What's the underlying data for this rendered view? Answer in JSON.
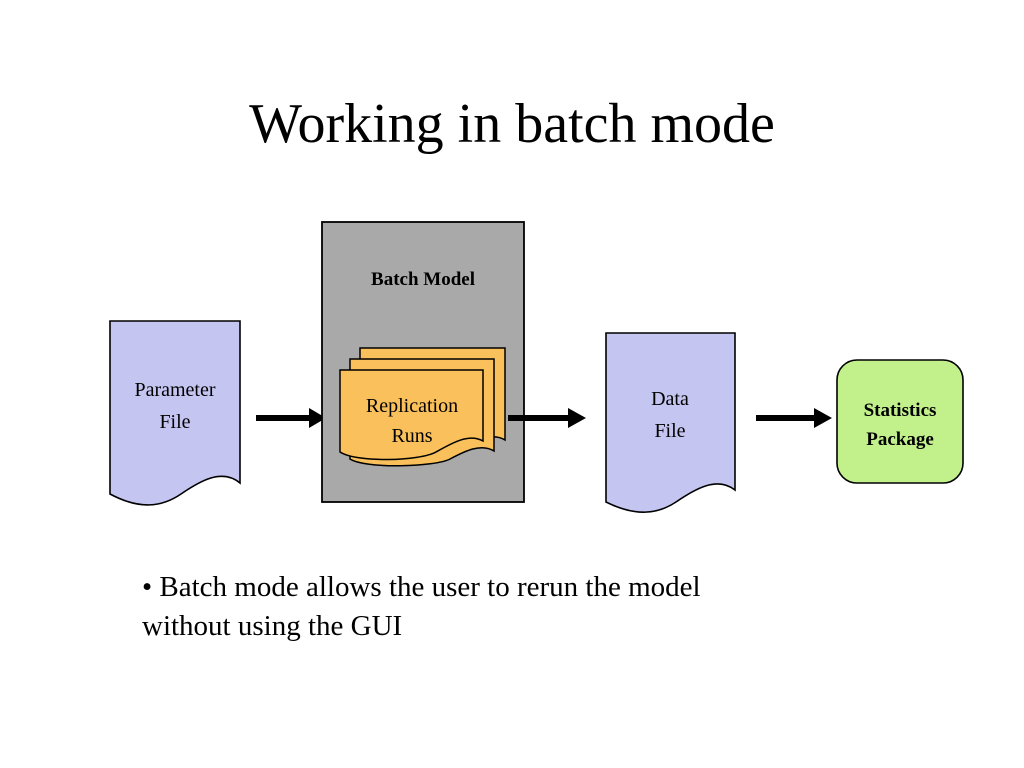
{
  "slide": {
    "title": "Working in batch mode",
    "background_color": "#ffffff"
  },
  "diagram": {
    "nodes": {
      "parameter_file": {
        "label_line1": "Parameter",
        "label_line2": "File",
        "shape": "document",
        "fill_color": "#C5C5F2",
        "stroke_color": "#000000"
      },
      "batch_model": {
        "label": "Batch Model",
        "shape": "rectangle",
        "fill_color": "#A9A9A9",
        "stroke_color": "#000000"
      },
      "replication_runs": {
        "label_line1": "Replication",
        "label_line2": "Runs",
        "shape": "stacked-documents",
        "stack_count": 3,
        "fill_color": "#F9C05B",
        "stroke_color": "#000000"
      },
      "data_file": {
        "label_line1": "Data",
        "label_line2": "File",
        "shape": "document",
        "fill_color": "#C5C5F2",
        "stroke_color": "#000000"
      },
      "statistics_package": {
        "label_line1": "Statistics",
        "label_line2": "Package",
        "shape": "rounded-rectangle",
        "fill_color": "#C2F18C",
        "stroke_color": "#000000"
      }
    },
    "arrows": [
      {
        "name": "arrow-parameter-to-batch",
        "from": "parameter_file",
        "to": "batch_model",
        "color": "#000000"
      },
      {
        "name": "arrow-batch-to-data",
        "from": "batch_model",
        "to": "data_file",
        "color": "#000000"
      },
      {
        "name": "arrow-data-to-statistics",
        "from": "data_file",
        "to": "statistics_package",
        "color": "#000000"
      }
    ]
  },
  "body": {
    "bullets": [
      {
        "marker": "•",
        "line1": "• Batch mode allows the user to rerun the model",
        "line2": "without using the GUI"
      }
    ]
  }
}
